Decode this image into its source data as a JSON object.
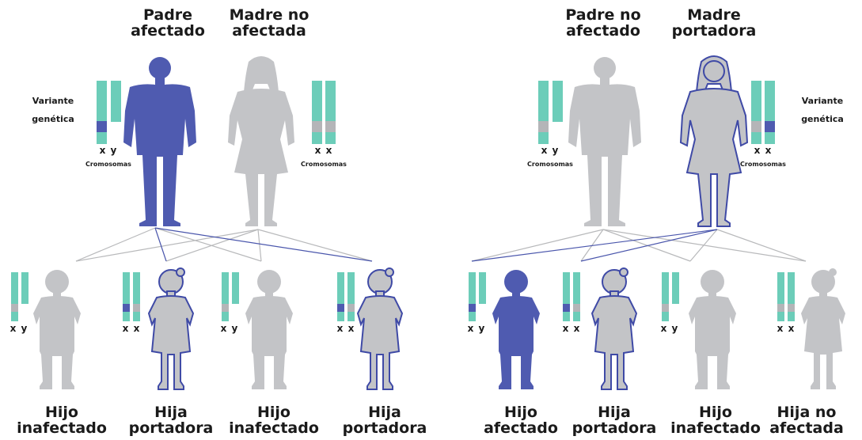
{
  "left_panel": {
    "father_label": "Padre\nafectado",
    "mother_label": "Madre no\nafectada",
    "variant_label": "Variante\ngenética",
    "father_chromosomes": "x y",
    "mother_chromosomes": "x x",
    "chromosomes_caption": "Cromosomas",
    "children": [
      {
        "label": "Hijo\ninafectado",
        "chromosomes": "x y"
      },
      {
        "label": "Hija\nportadora",
        "chromosomes": "x x"
      },
      {
        "label": "Hijo\ninafectado",
        "chromosomes": "x y"
      },
      {
        "label": "Hija\nportadora",
        "chromosomes": "x x"
      }
    ]
  },
  "right_panel": {
    "father_label": "Padre no\nafectado",
    "mother_label": "Madre\nportadora",
    "variant_label": "Variante\ngenética",
    "father_chromosomes": "x y",
    "mother_chromosomes": "x x",
    "chromosomes_caption": "Cromosomas",
    "children": [
      {
        "label": "Hijo\nafectado",
        "chromosomes": "x y"
      },
      {
        "label": "Hija\nportadora",
        "chromosomes": "x x"
      },
      {
        "label": "Hijo\ninafectado",
        "chromosomes": "x y"
      },
      {
        "label": "Hija no\nafectada",
        "chromosomes": "x x"
      }
    ]
  },
  "colors": {
    "affected": "#4f5bb0",
    "unaffected": "#c3c4c7",
    "chromosome": "#6ccdb9",
    "chromosome_band": "#b4b5b8",
    "variant": "#4f5bb0",
    "carrier_outline": "#3f4aa6",
    "line_gray": "#b8b9bb",
    "line_blue": "#4a56ac"
  }
}
